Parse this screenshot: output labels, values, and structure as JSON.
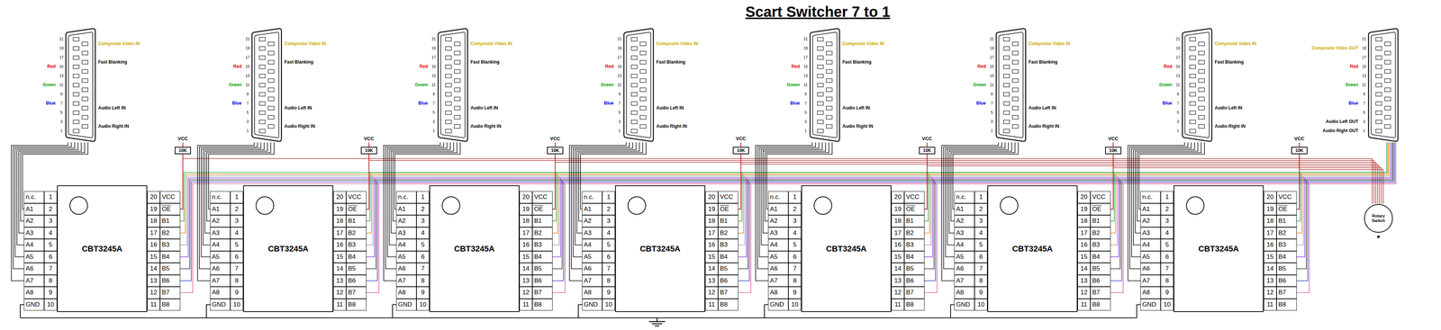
{
  "diagram": {
    "title": "Scart Switcher 7 to 1",
    "nodes": [
      {
        "text": [
          "21",
          "19",
          "17",
          "15",
          "13",
          "11",
          "9",
          "7",
          "5",
          "3",
          "1"
        ]
      },
      {
        "text": [
          "21",
          "19",
          "17",
          "15",
          "13",
          "11",
          "9",
          "7",
          "5",
          "3",
          "1"
        ]
      },
      {
        "text": [
          "21",
          "19",
          "17",
          "15",
          "13",
          "11",
          "9",
          "7",
          "5",
          "3",
          "1"
        ]
      },
      {
        "text": [
          "21",
          "19",
          "17",
          "15",
          "13",
          "11",
          "9",
          "7",
          "5",
          "3",
          "1"
        ]
      },
      {
        "text": [
          "21",
          "19",
          "17",
          "15",
          "13",
          "11",
          "9",
          "7",
          "5",
          "3",
          "1"
        ]
      },
      {
        "text": [
          "21",
          "19",
          "17",
          "15",
          "13",
          "11",
          "9",
          "7",
          "5",
          "3",
          "1"
        ]
      },
      {
        "text": [
          "21",
          "19",
          "17",
          "15",
          "13",
          "11",
          "9",
          "7",
          "5",
          "3",
          "1"
        ]
      },
      {
        "text": [
          "21",
          "19",
          "17",
          "15",
          "13",
          "11",
          "9",
          "7",
          "5",
          "3",
          "1"
        ]
      },
      {
        "text": [
          "10K"
        ]
      },
      {
        "text": [
          "10K"
        ]
      },
      {
        "text": [
          "10K"
        ]
      },
      {
        "text": [
          "10K"
        ]
      },
      {
        "text": [
          "10K"
        ]
      },
      {
        "text": [
          "10K"
        ]
      },
      {
        "text": [
          "10K"
        ]
      },
      {
        "text": [
          "CBT3245A"
        ]
      },
      {
        "text": [
          "CBT3245A"
        ]
      },
      {
        "text": [
          "CBT3245A"
        ]
      },
      {
        "text": [
          "CBT3245A"
        ]
      },
      {
        "text": [
          "CBT3245A"
        ]
      },
      {
        "text": [
          "CBT3245A"
        ]
      },
      {
        "text": [
          "CBT3245A"
        ]
      },
      {
        "text": [
          "Rotary Switch"
        ]
      }
    ],
    "edges": [
      {
        "from": 0,
        "to": 15,
        "arrow": "none"
      },
      {
        "from": 8,
        "to": 15,
        "arrow": "none"
      },
      {
        "from": 15,
        "to": 7,
        "arrow": "none"
      },
      {
        "from": 15,
        "to": 22,
        "arrow": "none"
      },
      {
        "from": 1,
        "to": 16,
        "arrow": "none"
      },
      {
        "from": 9,
        "to": 16,
        "arrow": "none"
      },
      {
        "from": 16,
        "to": 7,
        "arrow": "none"
      },
      {
        "from": 16,
        "to": 22,
        "arrow": "none"
      },
      {
        "from": 2,
        "to": 17,
        "arrow": "none"
      },
      {
        "from": 10,
        "to": 17,
        "arrow": "none"
      },
      {
        "from": 17,
        "to": 7,
        "arrow": "none"
      },
      {
        "from": 17,
        "to": 22,
        "arrow": "none"
      },
      {
        "from": 3,
        "to": 18,
        "arrow": "none"
      },
      {
        "from": 11,
        "to": 18,
        "arrow": "none"
      },
      {
        "from": 18,
        "to": 7,
        "arrow": "none"
      },
      {
        "from": 18,
        "to": 22,
        "arrow": "none"
      },
      {
        "from": 4,
        "to": 19,
        "arrow": "none"
      },
      {
        "from": 12,
        "to": 19,
        "arrow": "none"
      },
      {
        "from": 19,
        "to": 7,
        "arrow": "none"
      },
      {
        "from": 19,
        "to": 22,
        "arrow": "none"
      },
      {
        "from": 5,
        "to": 20,
        "arrow": "none"
      },
      {
        "from": 13,
        "to": 20,
        "arrow": "none"
      },
      {
        "from": 20,
        "to": 7,
        "arrow": "none"
      },
      {
        "from": 20,
        "to": 22,
        "arrow": "none"
      },
      {
        "from": 6,
        "to": 21,
        "arrow": "none"
      },
      {
        "from": 14,
        "to": 21,
        "arrow": "none"
      },
      {
        "from": 21,
        "to": 7,
        "arrow": "none"
      },
      {
        "from": 21,
        "to": 22,
        "arrow": "none"
      }
    ],
    "labels": [
      "Composite Video IN",
      "Fast Blanking",
      "Red",
      "Green",
      "Blue",
      "Audio Left IN",
      "Audio Right IN",
      "VCC",
      "n.c.",
      "1",
      "A1",
      "2",
      "A2",
      "3",
      "A3",
      "4",
      "A4",
      "5",
      "A5",
      "6",
      "A6",
      "7",
      "A7",
      "8",
      "A8",
      "9",
      "GND",
      "10",
      "20",
      "VCC",
      "19",
      "OE",
      "18",
      "B1",
      "17",
      "B2",
      "16",
      "B3",
      "15",
      "B4",
      "14",
      "B5",
      "13",
      "B6",
      "12",
      "B7",
      "11",
      "B8",
      "Composite Video IN",
      "Fast Blanking",
      "Red",
      "Green",
      "Blue",
      "Audio Left IN",
      "Audio Right IN",
      "VCC",
      "n.c.",
      "1",
      "A1",
      "2",
      "A2",
      "3",
      "A3",
      "4",
      "A4",
      "5",
      "A5",
      "6",
      "A6",
      "7",
      "A7",
      "8",
      "A8",
      "9",
      "GND",
      "10",
      "20",
      "VCC",
      "19",
      "OE",
      "18",
      "B1",
      "17",
      "B2",
      "16",
      "B3",
      "15",
      "B4",
      "14",
      "B5",
      "13",
      "B6",
      "12",
      "B7",
      "11",
      "B8",
      "Composite Video IN",
      "Fast Blanking",
      "Red",
      "Green",
      "Blue",
      "Audio Left IN",
      "Audio Right IN",
      "VCC",
      "n.c.",
      "1",
      "A1",
      "2",
      "A2",
      "3",
      "A3",
      "4",
      "A4",
      "5",
      "A5",
      "6",
      "A6",
      "7",
      "A7",
      "8",
      "A8",
      "9",
      "GND",
      "10",
      "20",
      "VCC",
      "19",
      "OE",
      "18",
      "B1",
      "17",
      "B2",
      "16",
      "B3",
      "15",
      "B4",
      "14",
      "B5",
      "13",
      "B6",
      "12",
      "B7",
      "11",
      "B8",
      "Composite Video IN",
      "Fast Blanking",
      "Red",
      "Green",
      "Blue",
      "Audio Left IN",
      "Audio Right IN",
      "VCC",
      "n.c.",
      "1",
      "A1",
      "2",
      "A2",
      "3",
      "A3",
      "4",
      "A4",
      "5",
      "A5",
      "6",
      "A6",
      "7",
      "A7",
      "8",
      "A8",
      "9",
      "GND",
      "10",
      "20",
      "VCC",
      "19",
      "OE",
      "18",
      "B1",
      "17",
      "B2",
      "16",
      "B3",
      "15",
      "B4",
      "14",
      "B5",
      "13",
      "B6",
      "12",
      "B7",
      "11",
      "B8",
      "Composite Video IN",
      "Fast Blanking",
      "Red",
      "Green",
      "Blue",
      "Audio Left IN",
      "Audio Right IN",
      "VCC",
      "n.c.",
      "1",
      "A1",
      "2",
      "A2",
      "3",
      "A3",
      "4",
      "A4",
      "5",
      "A5",
      "6",
      "A6",
      "7",
      "A7",
      "8",
      "A8",
      "9",
      "GND",
      "10",
      "20",
      "VCC",
      "19",
      "OE",
      "18",
      "B1",
      "17",
      "B2",
      "16",
      "B3",
      "15",
      "B4",
      "14",
      "B5",
      "13",
      "B6",
      "12",
      "B7",
      "11",
      "B8",
      "Composite Video IN",
      "Fast Blanking",
      "Red",
      "Green",
      "Blue",
      "Audio Left IN",
      "Audio Right IN",
      "VCC",
      "n.c.",
      "1",
      "A1",
      "2",
      "A2",
      "3",
      "A3",
      "4",
      "A4",
      "5",
      "A5",
      "6",
      "A6",
      "7",
      "A7",
      "8",
      "A8",
      "9",
      "GND",
      "10",
      "20",
      "VCC",
      "19",
      "OE",
      "18",
      "B1",
      "17",
      "B2",
      "16",
      "B3",
      "15",
      "B4",
      "14",
      "B5",
      "13",
      "B6",
      "12",
      "B7",
      "11",
      "B8",
      "Composite Video IN",
      "Fast Blanking",
      "Red",
      "Green",
      "Blue",
      "Audio Left IN",
      "Audio Right IN",
      "VCC",
      "n.c.",
      "1",
      "A1",
      "2",
      "A2",
      "3",
      "A3",
      "4",
      "A4",
      "5",
      "A5",
      "6",
      "A6",
      "7",
      "A7",
      "8",
      "A8",
      "9",
      "GND",
      "10",
      "20",
      "VCC",
      "19",
      "OE",
      "18",
      "B1",
      "17",
      "B2",
      "16",
      "B3",
      "15",
      "B4",
      "14",
      "B5",
      "13",
      "B6",
      "12",
      "B7",
      "11",
      "B8",
      "Composite Video OUT",
      "Red",
      "Green",
      "Blue",
      "Audio Left OUT",
      "Audio Right OUT"
    ]
  }
}
